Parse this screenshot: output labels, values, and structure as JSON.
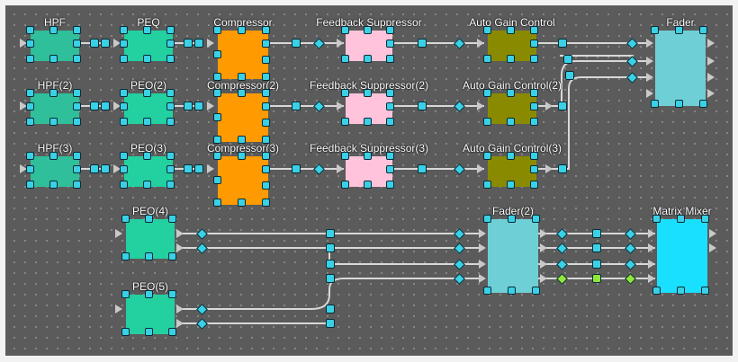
{
  "colors": {
    "canvas": "#5b5b5b",
    "wire": "#d8d8d8",
    "port": "#3ad0e6",
    "port_green": "#8fe63a",
    "hpf": "#2fbf9a",
    "peq": "#22d0a0",
    "compressor": "#ff9a00",
    "feedback_suppressor": "#ffc4dc",
    "auto_gain_control": "#8a8a00",
    "fader": "#6fcfd6",
    "matrix_mixer": "#19e0ff"
  },
  "blocks": {
    "hpf1": {
      "label": "HPF",
      "icon": "hpf-block"
    },
    "hpf2": {
      "label": "HPF(2)",
      "icon": "hpf-block"
    },
    "hpf3": {
      "label": "HPF(3)",
      "icon": "hpf-block"
    },
    "peq1": {
      "label": "PEQ",
      "icon": "peq-block"
    },
    "peq2": {
      "label": "PEQ(2)",
      "icon": "peq-block"
    },
    "peq3": {
      "label": "PEQ(3)",
      "icon": "peq-block"
    },
    "peq4": {
      "label": "PEQ(4)",
      "icon": "peq-block"
    },
    "peq5": {
      "label": "PEQ(5)",
      "icon": "peq-block"
    },
    "comp1": {
      "label": "Compressor",
      "icon": "compressor-block"
    },
    "comp2": {
      "label": "Compressor(2)",
      "icon": "compressor-block"
    },
    "comp3": {
      "label": "Compressor(3)",
      "icon": "compressor-block"
    },
    "fbs1": {
      "label": "Feedback Suppressor",
      "icon": "feedback-suppressor-block"
    },
    "fbs2": {
      "label": "Feedback Suppressor(2)",
      "icon": "feedback-suppressor-block"
    },
    "fbs3": {
      "label": "Feedback Suppressor(3)",
      "icon": "feedback-suppressor-block"
    },
    "agc1": {
      "label": "Auto Gain Control",
      "icon": "agc-block"
    },
    "agc2": {
      "label": "Auto Gain Control(2)",
      "icon": "agc-block"
    },
    "agc3": {
      "label": "Auto Gain Control(3)",
      "icon": "agc-block"
    },
    "fader1": {
      "label": "Fader",
      "icon": "fader-block"
    },
    "fader2": {
      "label": "Fader(2)",
      "icon": "fader-block"
    },
    "matrix": {
      "label": "Matrix Mixer",
      "icon": "matrix-mixer-block"
    }
  }
}
